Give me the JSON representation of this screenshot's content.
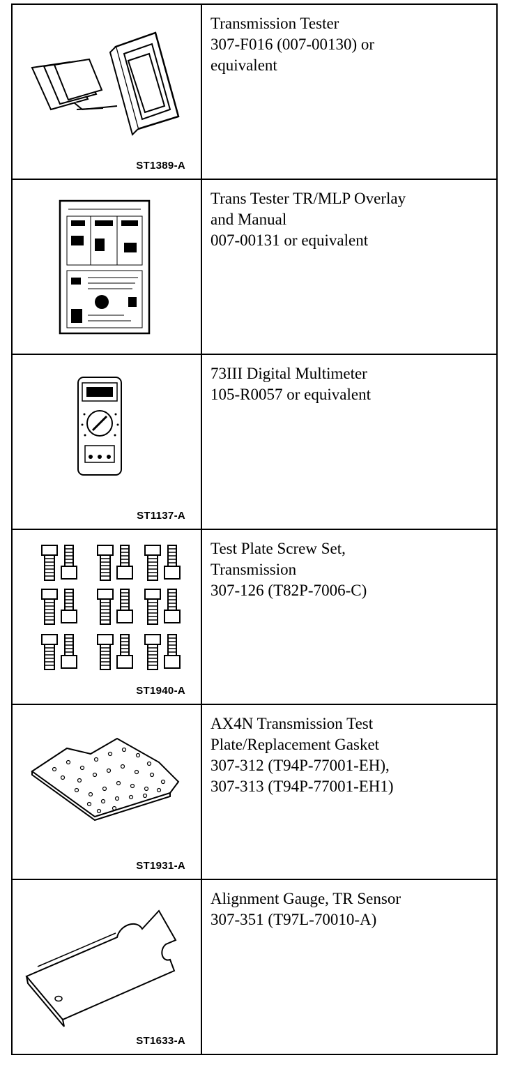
{
  "tools": [
    {
      "figure_code": "ST1389-A",
      "icon": "transmission-tester-icon",
      "lines": [
        "Transmission Tester",
        "307-F016 (007-00130) or",
        "equivalent"
      ]
    },
    {
      "figure_code": "",
      "icon": "overlay-manual-icon",
      "lines": [
        "Trans Tester TR/MLP Overlay",
        "and Manual",
        "007-00131 or equivalent"
      ]
    },
    {
      "figure_code": "ST1137-A",
      "icon": "multimeter-icon",
      "lines": [
        "73III Digital Multimeter",
        "105-R0057 or equivalent"
      ]
    },
    {
      "figure_code": "ST1940-A",
      "icon": "screw-set-icon",
      "lines": [
        "Test Plate Screw Set,",
        "Transmission",
        "307-126 (T82P-7006-C)"
      ]
    },
    {
      "figure_code": "ST1931-A",
      "icon": "test-plate-icon",
      "lines": [
        "AX4N Transmission Test",
        "Plate/Replacement Gasket",
        "307-312 (T94P-77001-EH),",
        "307-313 (T94P-77001-EH1)"
      ]
    },
    {
      "figure_code": "ST1633-A",
      "icon": "alignment-gauge-icon",
      "lines": [
        "Alignment Gauge, TR Sensor",
        "307-351 (T97L-70010-A)"
      ]
    }
  ]
}
